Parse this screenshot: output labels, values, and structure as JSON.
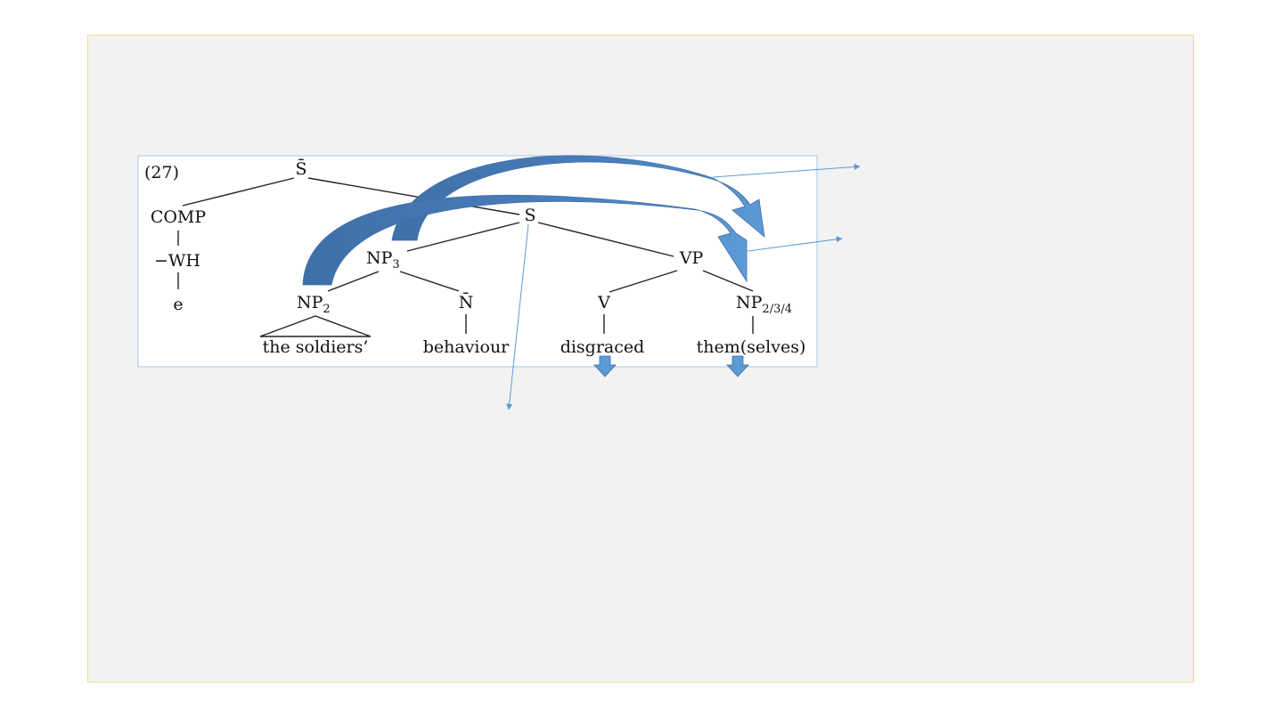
{
  "example_number": "(27)",
  "nodes": {
    "s_bar": "S̄",
    "comp": "COMP",
    "wh": "−WH",
    "e": "e",
    "s": "S",
    "np3": "NP",
    "np3_sub": "3",
    "vp": "VP",
    "np2": "NP",
    "np2_sub": "2",
    "n_bar": "N̄",
    "v": "V",
    "np234": "NP",
    "np234_sub": "2/3/4"
  },
  "words": {
    "soldiers": "the soldiers’",
    "behaviour": "behaviour",
    "disgraced": "disgraced",
    "themselves": "them(selves)"
  },
  "colors": {
    "slide_bg": "#f2f2f2",
    "slide_border": "#f5d88a",
    "arrow_fill": "#4a7ebb",
    "arrow_tip": "#5b9bd5",
    "thin_line": "#5b9bd5"
  }
}
